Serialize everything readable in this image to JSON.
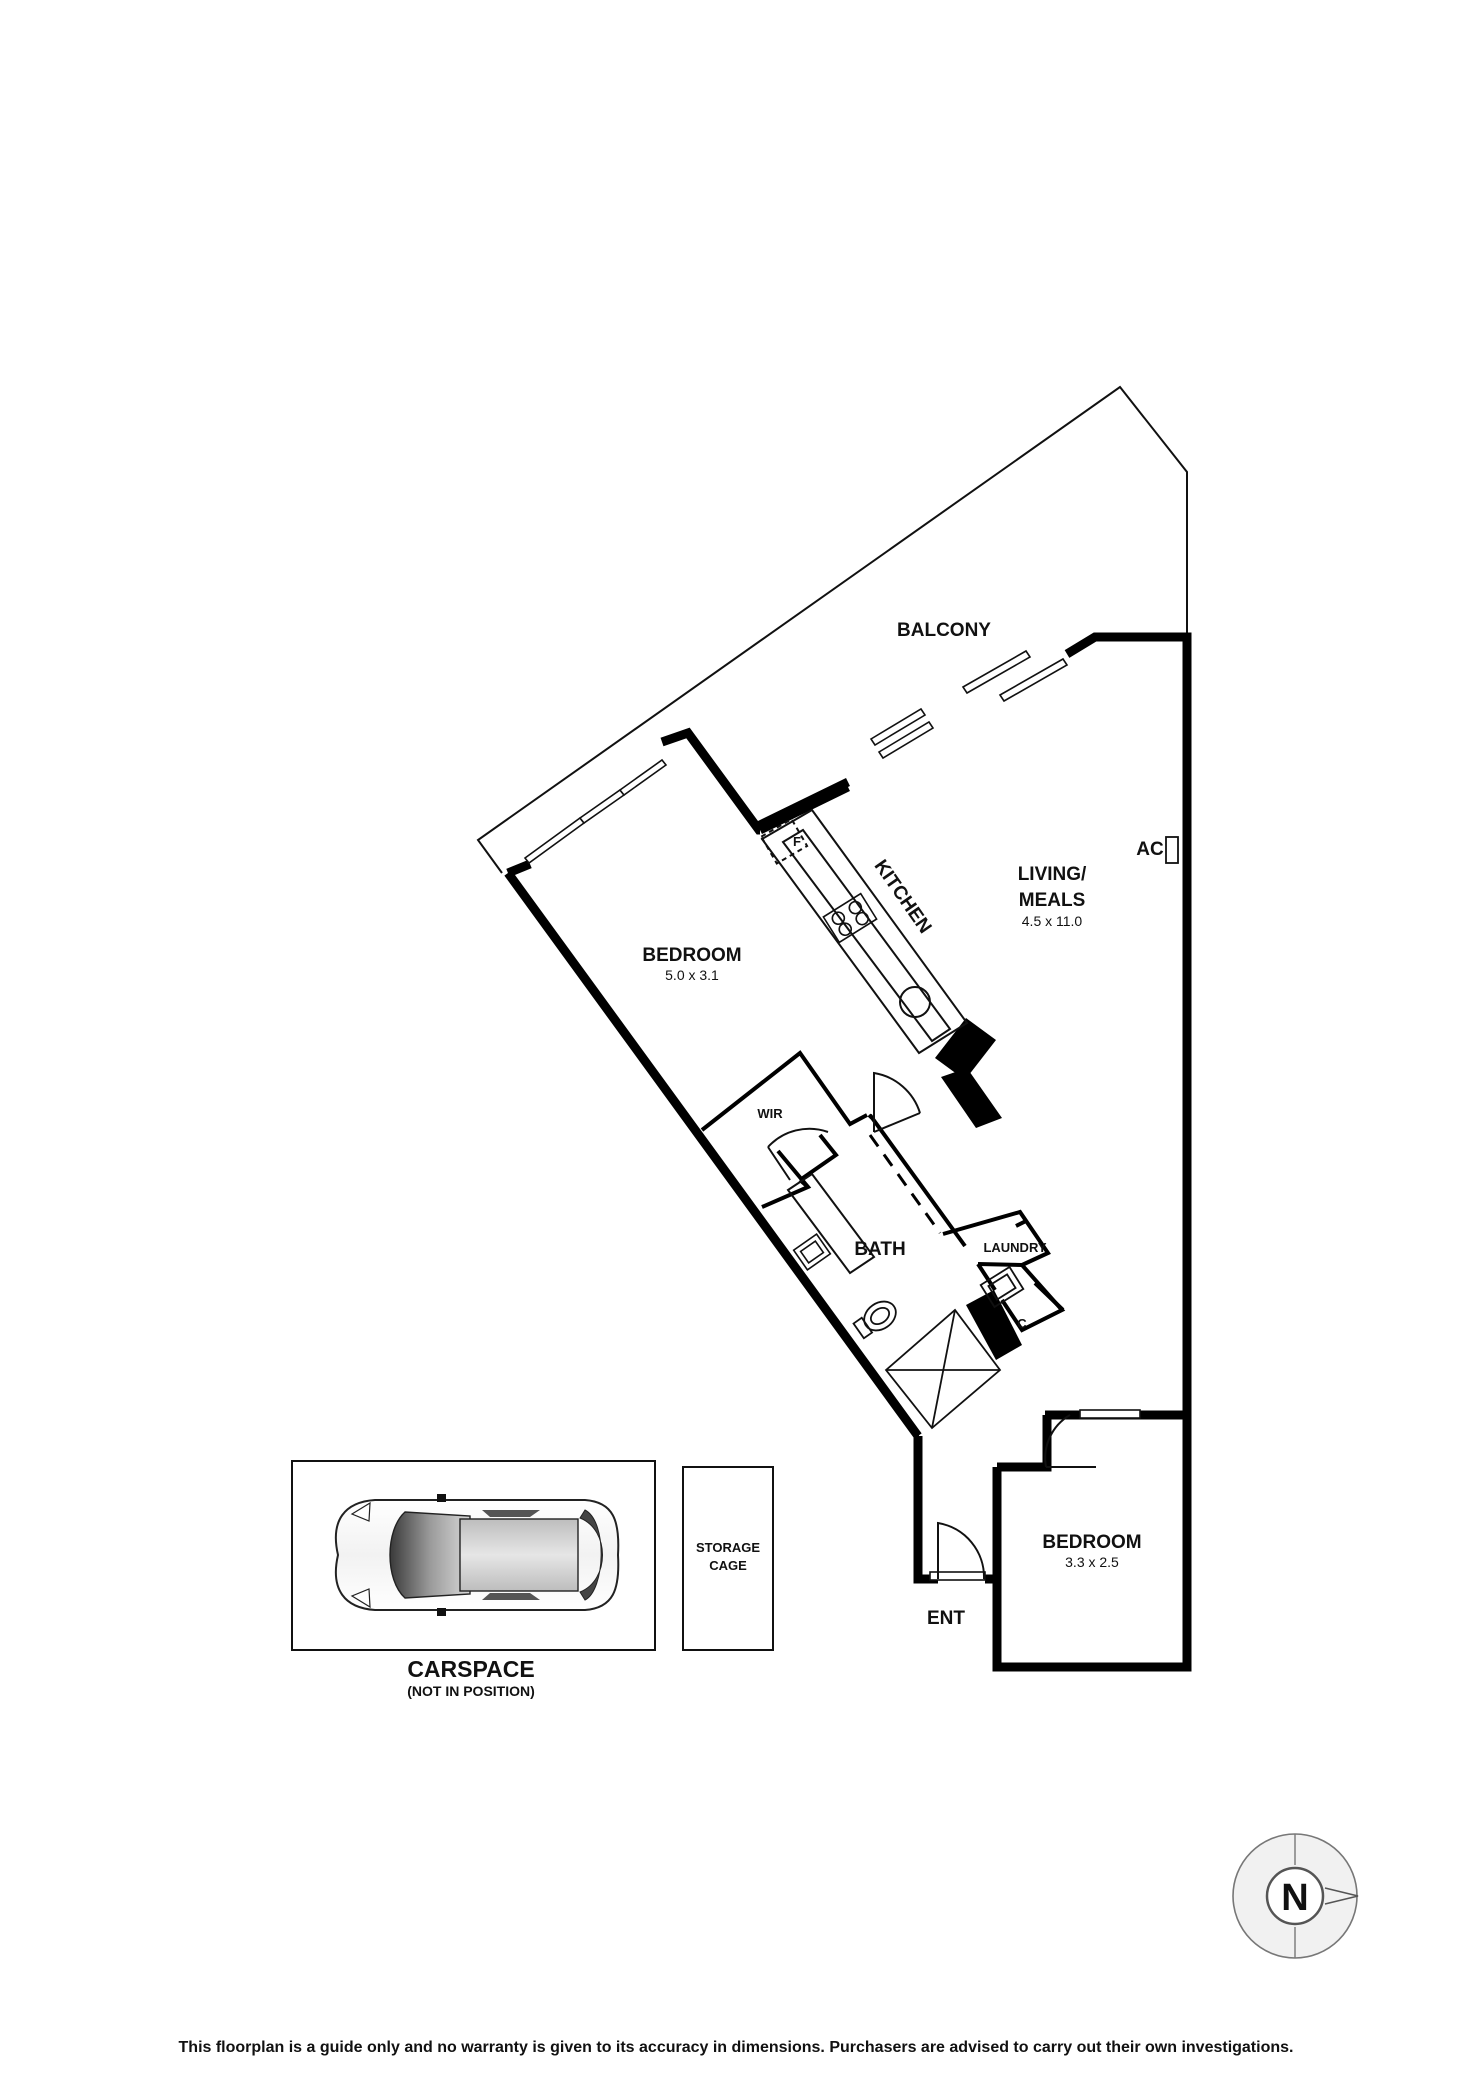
{
  "rooms": {
    "balcony": "BALCONY",
    "kitchen": "KITCHEN",
    "living_name_1": "LIVING/",
    "living_name_2": "MEALS",
    "living_dim": "4.5 x 11.0",
    "bedroom1_name": "BEDROOM",
    "bedroom1_dim": "5.0 x 3.1",
    "wir": "WIR",
    "bath": "BATH",
    "laundry": "LAUNDRY",
    "cupboard": "C",
    "bedroom2_name": "BEDROOM",
    "bedroom2_dim": "3.3 x 2.5",
    "entry": "ENT",
    "ac": "AC",
    "fridge": "F"
  },
  "storage": {
    "line1": "STORAGE",
    "line2": "CAGE"
  },
  "carspace": {
    "title": "CARSPACE",
    "subtitle": "(NOT IN POSITION)"
  },
  "compass": {
    "letter": "N",
    "icon": "north-arrow-icon"
  },
  "disclaimer": "This floorplan is a guide only and no warranty is given to its accuracy in dimensions. Purchasers are advised to carry out their own investigations."
}
